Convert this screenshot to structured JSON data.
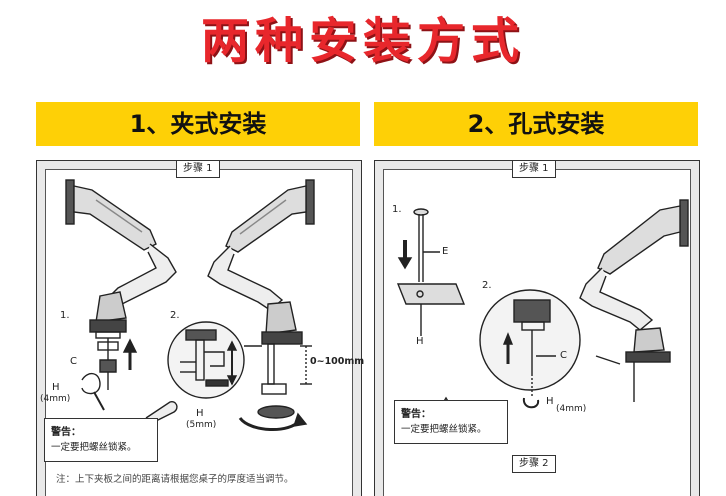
{
  "page": {
    "title": "两种安装方式"
  },
  "left": {
    "header": "1、夹式安装",
    "step_label": "步骤 1",
    "diagram_labels": {
      "n1": "1.",
      "n2": "2.",
      "c": "C",
      "h": "H",
      "h_size": "(4mm)",
      "h2": "H",
      "h2_size": "(5mm)",
      "range": "0~100mm"
    },
    "warning_title": "警告：",
    "warning_text": "一定要把螺丝锁紧。",
    "note": "注：上下夹板之间的距离请根据您桌子的厚度适当调节。"
  },
  "right": {
    "header": "2、孔式安装",
    "step_label": "步骤 1",
    "step2_label": "步骤 2",
    "diagram_labels": {
      "n1": "1.",
      "n2": "2.",
      "e": "E",
      "h": "H",
      "c": "C",
      "h2": "H",
      "h2_size": "(4mm)"
    },
    "warning_title": "警告：",
    "warning_text": "一定要把螺丝锁紧。"
  },
  "colors": {
    "title_red": "#e8272c",
    "band_yellow": "#fed006",
    "panel_grey": "#e9e9e9"
  }
}
